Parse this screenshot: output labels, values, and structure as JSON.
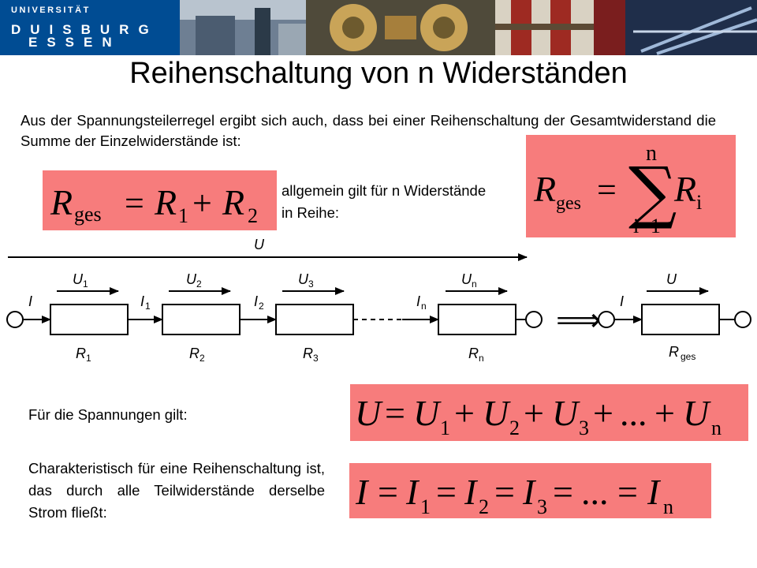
{
  "header": {
    "university_line1": "UNIVERSITÄT",
    "university_line2": "DUISBURG",
    "university_line3": "ESSEN",
    "colors": {
      "logo_blue": "#004c93",
      "eq_box": "#f77c7c"
    }
  },
  "title": "Reihenschaltung von n Widerständen",
  "intro_text": "Aus der Spannungsteilerregel ergibt sich auch, dass bei einer Reihenschaltung der Gesamtwiderstand die Summe der Einzelwiderstände ist:",
  "formula_two": {
    "R": "R",
    "ges": "ges",
    "eq": "=",
    "plus": "+",
    "s1": "1",
    "s2": "2"
  },
  "note_text": "allgemein gilt für n Widerstände in Reihe:",
  "formula_sum": {
    "R": "R",
    "ges": "ges",
    "eq": "=",
    "sigma": "∑",
    "upper": "n",
    "lower": "i=1",
    "Ri_base": "R",
    "Ri_sub": "i"
  },
  "circuit": {
    "U_total": "U",
    "U": "U",
    "I": "I",
    "R": "R",
    "sub1": "1",
    "sub2": "2",
    "sub3": "3",
    "subn": "n",
    "subges": "ges",
    "implies": "⟹"
  },
  "voltage_label": "Für die Spannungen gilt:",
  "formula_voltage": {
    "lhs": "U",
    "eq": "=",
    "plus": "+",
    "dots": "...",
    "b1": "U",
    "s1": "1",
    "b2": "U",
    "s2": "2",
    "b3": "U",
    "s3": "3",
    "bn": "U",
    "sn": "n"
  },
  "current_text": "Charakteristisch für eine Reihenschaltung ist, das durch alle Teilwiderstände derselbe Strom fließt:",
  "formula_current": {
    "lhs": "I",
    "eq": "=",
    "dots": "...",
    "b1": "I",
    "s1": "1",
    "b2": "I",
    "s2": "2",
    "b3": "I",
    "s3": "3",
    "bn": "I",
    "sn": "n"
  }
}
